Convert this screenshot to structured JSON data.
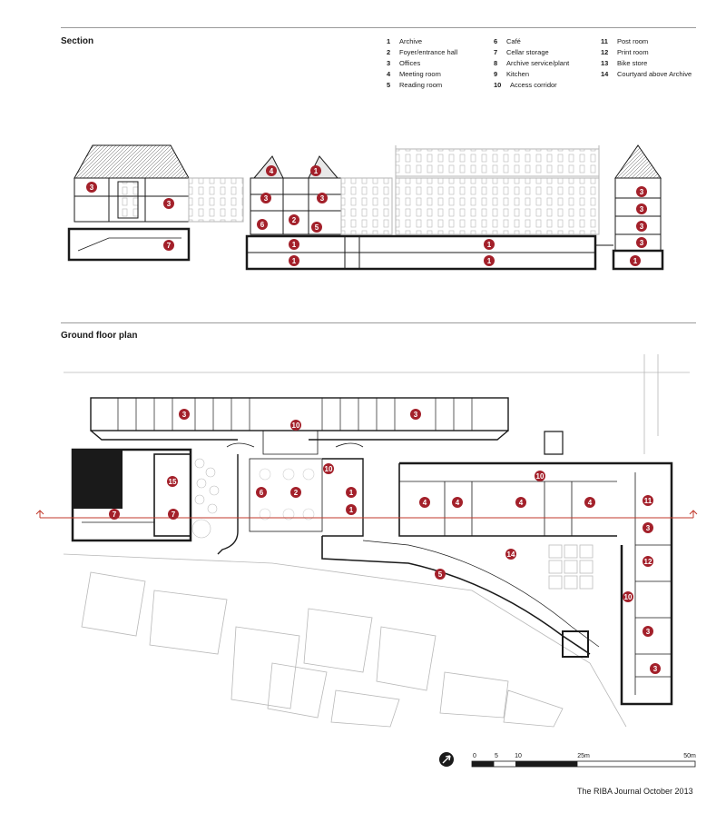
{
  "section": {
    "title": "Section"
  },
  "plan": {
    "title": "Ground floor plan"
  },
  "legend": [
    {
      "num": "1",
      "label": "Archive"
    },
    {
      "num": "2",
      "label": "Foyer/entrance hall"
    },
    {
      "num": "3",
      "label": "Offices"
    },
    {
      "num": "4",
      "label": "Meeting room"
    },
    {
      "num": "5",
      "label": "Reading room"
    },
    {
      "num": "6",
      "label": "Café"
    },
    {
      "num": "7",
      "label": "Cellar storage"
    },
    {
      "num": "8",
      "label": "Archive service/plant"
    },
    {
      "num": "9",
      "label": "Kitchen"
    },
    {
      "num": "10",
      "label": "Access corridor"
    },
    {
      "num": "11",
      "label": "Post room"
    },
    {
      "num": "12",
      "label": "Print room"
    },
    {
      "num": "13",
      "label": "Bike store"
    },
    {
      "num": "14",
      "label": "Courtyard above Archive"
    }
  ],
  "section_badges": [
    "3",
    "3",
    "7",
    "4",
    "1",
    "3",
    "3",
    "6",
    "2",
    "5",
    "1",
    "1",
    "1",
    "1",
    "3",
    "3",
    "3",
    "3",
    "1"
  ],
  "plan_badges": [
    "3",
    "10",
    "3",
    "10",
    "15",
    "6",
    "2",
    "1",
    "1",
    "7",
    "7",
    "4",
    "4",
    "10",
    "4",
    "4",
    "11",
    "3",
    "14",
    "12",
    "5",
    "10",
    "3",
    "3"
  ],
  "scale_bar": {
    "labels": [
      "0",
      "5",
      "10",
      "25m",
      "50m"
    ]
  },
  "colors": {
    "badge": "#a3202a",
    "line": "#1a1a1a",
    "section_line": "#c0392b",
    "hatch": "#bdbdbd"
  },
  "north_arrow": {
    "icon": "north-arrow-icon"
  },
  "credit": "The RIBA Journal October 2013"
}
